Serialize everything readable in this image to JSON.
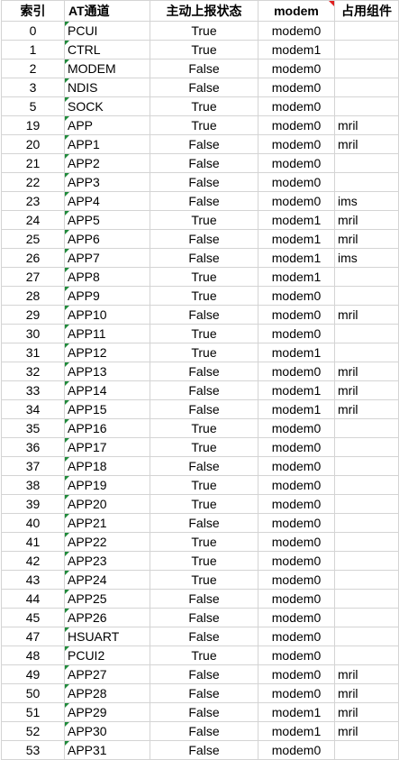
{
  "headers": {
    "index": "索引",
    "channel": "AT通道",
    "report": "主动上报状态",
    "modem": "modem",
    "component": "占用组件"
  },
  "rows": [
    {
      "index": "0",
      "channel": "PCUI",
      "report": "True",
      "modem": "modem0",
      "component": ""
    },
    {
      "index": "1",
      "channel": "CTRL",
      "report": "True",
      "modem": "modem1",
      "component": ""
    },
    {
      "index": "2",
      "channel": "MODEM",
      "report": "False",
      "modem": "modem0",
      "component": ""
    },
    {
      "index": "3",
      "channel": "NDIS",
      "report": "False",
      "modem": "modem0",
      "component": ""
    },
    {
      "index": "5",
      "channel": "SOCK",
      "report": "True",
      "modem": "modem0",
      "component": ""
    },
    {
      "index": "19",
      "channel": "APP",
      "report": "True",
      "modem": "modem0",
      "component": "mril"
    },
    {
      "index": "20",
      "channel": "APP1",
      "report": "False",
      "modem": "modem0",
      "component": "mril"
    },
    {
      "index": "21",
      "channel": "APP2",
      "report": "False",
      "modem": "modem0",
      "component": ""
    },
    {
      "index": "22",
      "channel": "APP3",
      "report": "False",
      "modem": "modem0",
      "component": ""
    },
    {
      "index": "23",
      "channel": "APP4",
      "report": "False",
      "modem": "modem0",
      "component": "ims"
    },
    {
      "index": "24",
      "channel": "APP5",
      "report": "True",
      "modem": "modem1",
      "component": "mril"
    },
    {
      "index": "25",
      "channel": "APP6",
      "report": "False",
      "modem": "modem1",
      "component": "mril"
    },
    {
      "index": "26",
      "channel": "APP7",
      "report": "False",
      "modem": "modem1",
      "component": "ims"
    },
    {
      "index": "27",
      "channel": "APP8",
      "report": "True",
      "modem": "modem1",
      "component": ""
    },
    {
      "index": "28",
      "channel": "APP9",
      "report": "True",
      "modem": "modem0",
      "component": ""
    },
    {
      "index": "29",
      "channel": "APP10",
      "report": "False",
      "modem": "modem0",
      "component": "mril"
    },
    {
      "index": "30",
      "channel": "APP11",
      "report": "True",
      "modem": "modem0",
      "component": ""
    },
    {
      "index": "31",
      "channel": "APP12",
      "report": "True",
      "modem": "modem1",
      "component": ""
    },
    {
      "index": "32",
      "channel": "APP13",
      "report": "False",
      "modem": "modem0",
      "component": "mril"
    },
    {
      "index": "33",
      "channel": "APP14",
      "report": "False",
      "modem": "modem1",
      "component": "mril"
    },
    {
      "index": "34",
      "channel": "APP15",
      "report": "False",
      "modem": "modem1",
      "component": "mril"
    },
    {
      "index": "35",
      "channel": "APP16",
      "report": "True",
      "modem": "modem0",
      "component": ""
    },
    {
      "index": "36",
      "channel": "APP17",
      "report": "True",
      "modem": "modem0",
      "component": ""
    },
    {
      "index": "37",
      "channel": "APP18",
      "report": "False",
      "modem": "modem0",
      "component": ""
    },
    {
      "index": "38",
      "channel": "APP19",
      "report": "True",
      "modem": "modem0",
      "component": ""
    },
    {
      "index": "39",
      "channel": "APP20",
      "report": "True",
      "modem": "modem0",
      "component": ""
    },
    {
      "index": "40",
      "channel": "APP21",
      "report": "False",
      "modem": "modem0",
      "component": ""
    },
    {
      "index": "41",
      "channel": "APP22",
      "report": "True",
      "modem": "modem0",
      "component": ""
    },
    {
      "index": "42",
      "channel": "APP23",
      "report": "True",
      "modem": "modem0",
      "component": ""
    },
    {
      "index": "43",
      "channel": "APP24",
      "report": "True",
      "modem": "modem0",
      "component": ""
    },
    {
      "index": "44",
      "channel": "APP25",
      "report": "False",
      "modem": "modem0",
      "component": ""
    },
    {
      "index": "45",
      "channel": "APP26",
      "report": "False",
      "modem": "modem0",
      "component": ""
    },
    {
      "index": "47",
      "channel": "HSUART",
      "report": "False",
      "modem": "modem0",
      "component": ""
    },
    {
      "index": "48",
      "channel": "PCUI2",
      "report": "True",
      "modem": "modem0",
      "component": ""
    },
    {
      "index": "49",
      "channel": "APP27",
      "report": "False",
      "modem": "modem0",
      "component": "mril"
    },
    {
      "index": "50",
      "channel": "APP28",
      "report": "False",
      "modem": "modem0",
      "component": "mril"
    },
    {
      "index": "51",
      "channel": "APP29",
      "report": "False",
      "modem": "modem1",
      "component": "mril"
    },
    {
      "index": "52",
      "channel": "APP30",
      "report": "False",
      "modem": "modem1",
      "component": "mril"
    },
    {
      "index": "53",
      "channel": "APP31",
      "report": "False",
      "modem": "modem0",
      "component": ""
    }
  ],
  "colors": {
    "grid": "#d4d4d4",
    "text_indicator": "#1f8a3a",
    "comment_indicator": "#e02020"
  }
}
